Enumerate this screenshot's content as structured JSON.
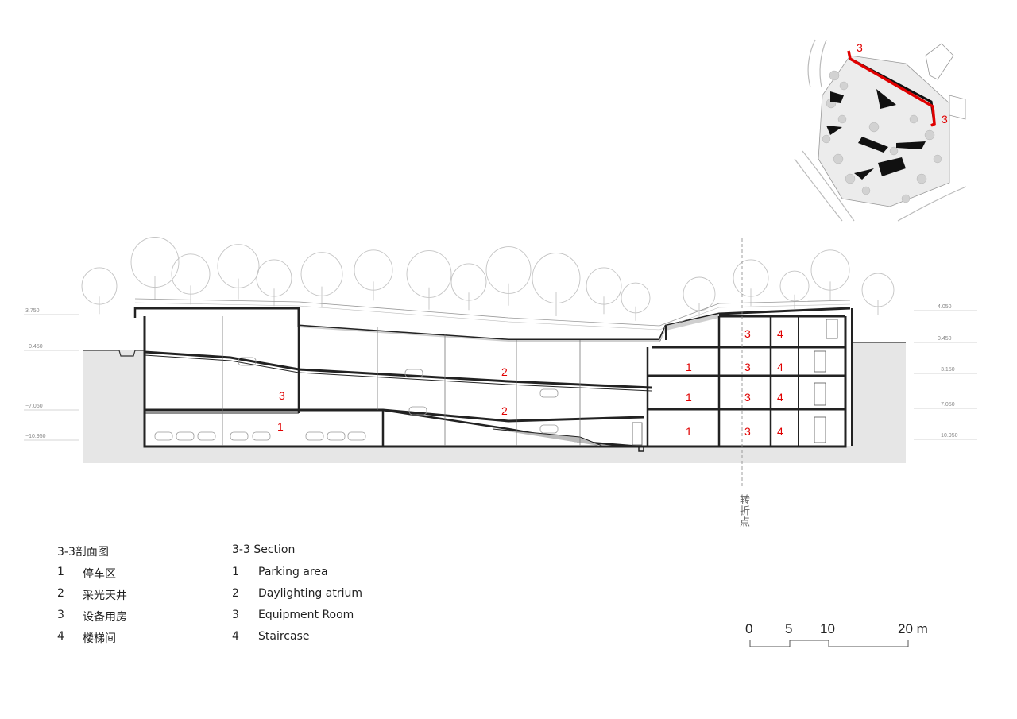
{
  "legend_cn": {
    "title": "3-3剖面图",
    "items": [
      {
        "num": "1",
        "label": "停车区"
      },
      {
        "num": "2",
        "label": "采光天井"
      },
      {
        "num": "3",
        "label": "设备用房"
      },
      {
        "num": "4",
        "label": "楼梯间"
      }
    ]
  },
  "legend_en": {
    "title": "3-3 Section",
    "items": [
      {
        "num": "1",
        "label": "Parking area"
      },
      {
        "num": "2",
        "label": "Daylighting atrium"
      },
      {
        "num": "3",
        "label": "Equipment Room"
      },
      {
        "num": "4",
        "label": "Staircase"
      }
    ]
  },
  "scale_bar": {
    "ticks": [
      "0",
      "5",
      "10",
      "20 m"
    ]
  },
  "turning_point_label": "转折点",
  "section_marker": "3",
  "levels_left": [
    "3.750",
    "−0.450",
    "−7.050",
    "−10.950"
  ],
  "levels_right": [
    "4.050",
    "0.450",
    "−3.150",
    "−7.050",
    "−10.950"
  ],
  "room_tags": [
    {
      "text": "2"
    },
    {
      "text": "3"
    },
    {
      "text": "2"
    },
    {
      "text": "1"
    },
    {
      "text": "3"
    },
    {
      "text": "4"
    },
    {
      "text": "1"
    },
    {
      "text": "3"
    },
    {
      "text": "4"
    },
    {
      "text": "1"
    },
    {
      "text": "3"
    },
    {
      "text": "4"
    },
    {
      "text": "1"
    },
    {
      "text": "3"
    },
    {
      "text": "4"
    }
  ],
  "colors": {
    "accent": "#e00000",
    "ground": "#e6e6e6",
    "wall": "#222222"
  }
}
